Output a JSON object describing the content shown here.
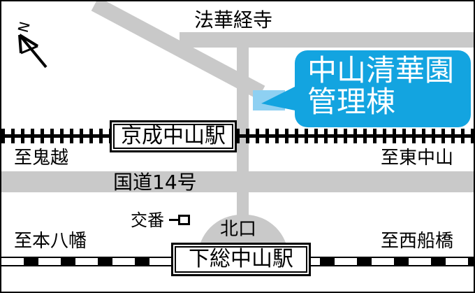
{
  "map": {
    "title_callout": {
      "line1": "中山清華園",
      "line2": "管理棟",
      "color": "#13a4e0",
      "text_color": "#ffffff"
    },
    "compass": {
      "label": "N"
    },
    "labels": {
      "temple": "法華経寺",
      "national_route": "国道14号",
      "koban": "交番",
      "north_exit": "北口"
    },
    "stations": [
      {
        "name": "京成中山駅"
      },
      {
        "name": "下総中山駅"
      }
    ],
    "directions": [
      {
        "text": "至鬼越"
      },
      {
        "text": "至東中山"
      },
      {
        "text": "至本八幡"
      },
      {
        "text": "至西船橋"
      }
    ],
    "colors": {
      "road": "#c9c9c9",
      "building": "#8ed0f2",
      "rail": "#000000",
      "background": "#ffffff"
    }
  }
}
